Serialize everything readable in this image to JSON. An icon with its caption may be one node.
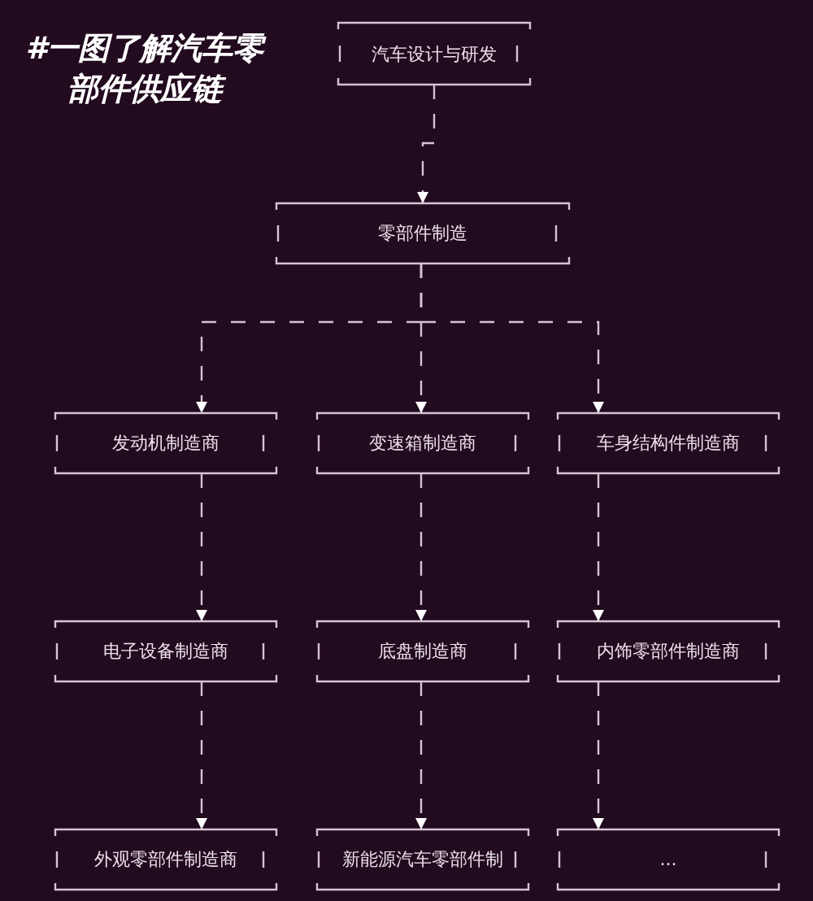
{
  "diagram": {
    "title": "#一图了解汽车零部件供应链",
    "nodes": [
      {
        "text": [
          "汽车设计与研发"
        ]
      },
      {
        "text": [
          "零部件制造"
        ]
      },
      {
        "text": [
          "发动机制造商"
        ]
      },
      {
        "text": [
          "变速箱制造商"
        ]
      },
      {
        "text": [
          "车身结构件制造商"
        ]
      },
      {
        "text": [
          "电子设备制造商"
        ]
      },
      {
        "text": [
          "底盘制造商"
        ]
      },
      {
        "text": [
          "内饰零部件制造商"
        ]
      },
      {
        "text": [
          "外观零部件制造商"
        ]
      },
      {
        "text": [
          "新能源汽车零部件制"
        ]
      },
      {
        "text": [
          "..."
        ]
      }
    ],
    "edges": [
      {
        "from": 0,
        "to": 1,
        "arrow": "to"
      },
      {
        "from": 1,
        "to": 2,
        "arrow": "to"
      },
      {
        "from": 1,
        "to": 3,
        "arrow": "to"
      },
      {
        "from": 1,
        "to": 4,
        "arrow": "to"
      },
      {
        "from": 2,
        "to": 5,
        "arrow": "to"
      },
      {
        "from": 3,
        "to": 6,
        "arrow": "to"
      },
      {
        "from": 4,
        "to": 7,
        "arrow": "to"
      },
      {
        "from": 5,
        "to": 8,
        "arrow": "to"
      },
      {
        "from": 6,
        "to": 9,
        "arrow": "to"
      },
      {
        "from": 7,
        "to": 10,
        "arrow": "to"
      }
    ]
  }
}
